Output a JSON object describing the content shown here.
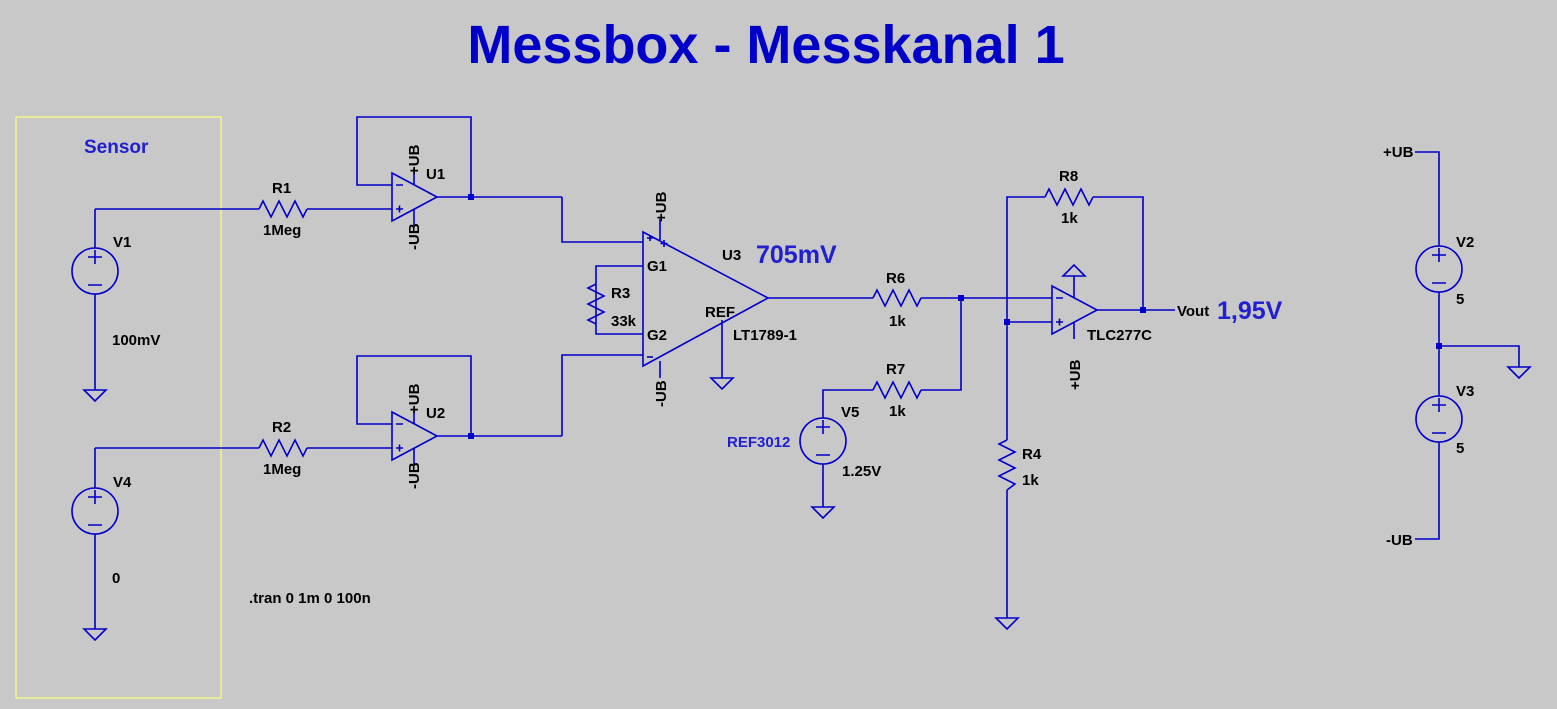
{
  "title": "Messbox - Messkanal 1",
  "sensor_box_label": "Sensor",
  "directive": ".tran 0 1m 0 100n",
  "components": {
    "R1": {
      "name": "R1",
      "value": "1Meg"
    },
    "R2": {
      "name": "R2",
      "value": "1Meg"
    },
    "R3": {
      "name": "R3",
      "value": "33k"
    },
    "R4": {
      "name": "R4",
      "value": "1k"
    },
    "R6": {
      "name": "R6",
      "value": "1k"
    },
    "R7": {
      "name": "R7",
      "value": "1k"
    },
    "R8": {
      "name": "R8",
      "value": "1k"
    },
    "V1": {
      "name": "V1",
      "value": "100mV"
    },
    "V4": {
      "name": "V4",
      "value": "0"
    },
    "V5": {
      "name": "V5",
      "value": "1.25V",
      "model": "REF3012"
    },
    "V2": {
      "name": "V2",
      "value": "5"
    },
    "V3": {
      "name": "V3",
      "value": "5"
    },
    "U1": {
      "name": "U1"
    },
    "U2": {
      "name": "U2"
    },
    "U3": {
      "name": "U3",
      "model": "LT1789-1",
      "pin_g1": "G1",
      "pin_g2": "G2",
      "pin_ref": "REF"
    },
    "U4": {
      "model": "TLC277C"
    }
  },
  "nets": {
    "pos_supply": "+UB",
    "neg_supply": "-UB",
    "output": "Vout"
  },
  "measurements": {
    "u3_out": "705mV",
    "vout": "1,95V"
  },
  "colors": {
    "wire": "#0000c8",
    "background": "#c8c8c8",
    "sensor_box": "#ffff80",
    "label": "#2020d0"
  }
}
